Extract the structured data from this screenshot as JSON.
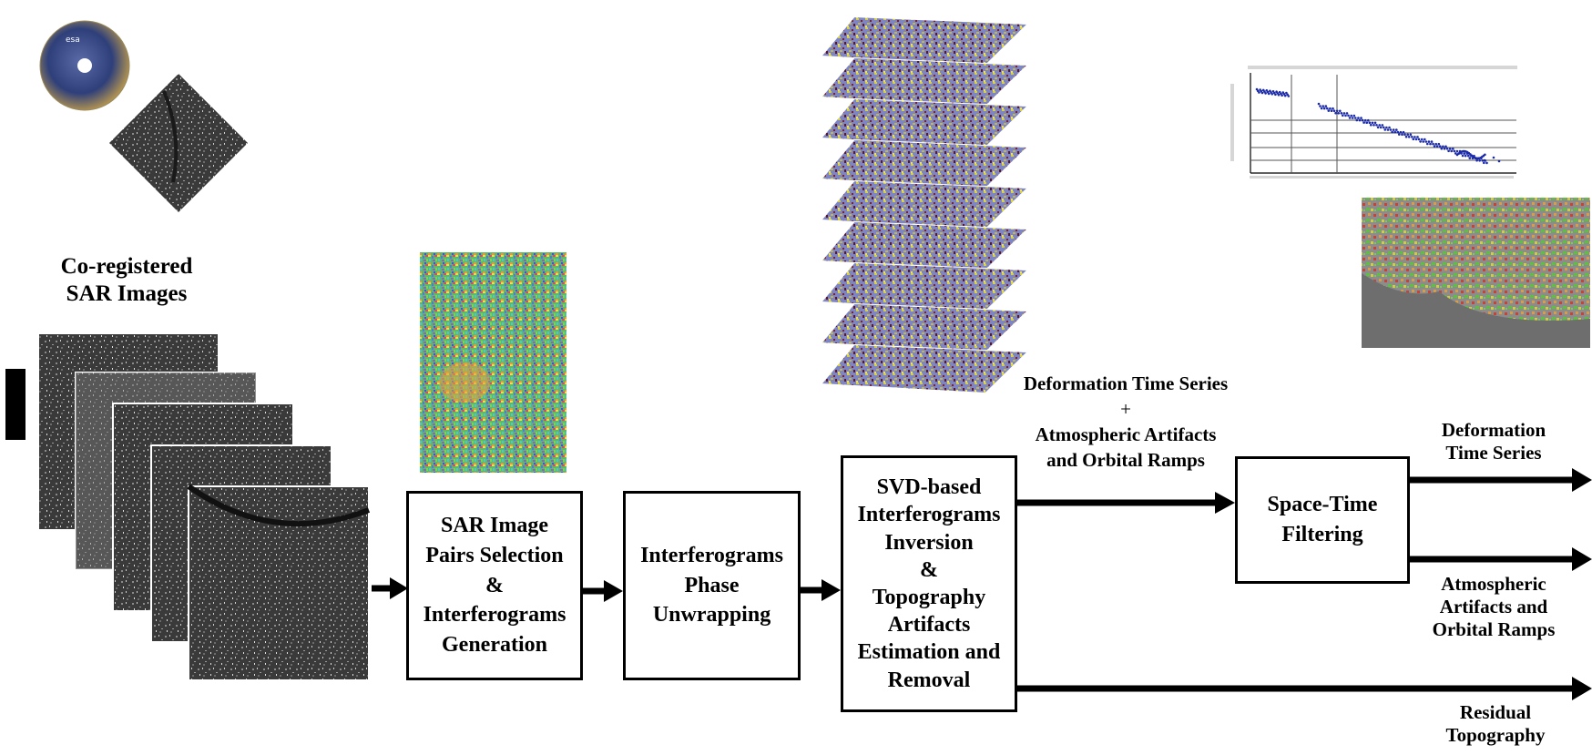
{
  "title": {
    "line1": "Co-registered",
    "line2": "SAR Images"
  },
  "boxes": {
    "pairs": "SAR Image\nPairs Selection\n&\nInterferograms\nGeneration",
    "unwrap": "Interferograms\nPhase\nUnwrapping",
    "svd": "SVD-based\nInterferograms\nInversion\n&\nTopography\nArtifacts\nEstimation and\nRemoval",
    "filter": "Space-Time\nFiltering"
  },
  "labels": {
    "svd_output": {
      "line1": "Deformation Time Series",
      "line2": "+",
      "line3": "Atmospheric Artifacts",
      "line4": "and Orbital Ramps"
    },
    "out_deformation": "Deformation\nTime Series",
    "out_atmospheric": "Atmospheric\nArtifacts and\nOrbital Ramps",
    "out_topography": "Residual\nTopography"
  },
  "icons": {
    "cd": "esa-cd-icon",
    "sar_scene": "sar-scene-thumbnail",
    "interferogram": "interferogram-image",
    "stack": "interferogram-stack-image",
    "timeseries": "deformation-time-series-plot",
    "velocity_map": "mean-velocity-map"
  },
  "colors": {
    "stroke": "#000000",
    "stack_layer": "#7d86c2",
    "stack_yellow": "#d9d040",
    "stack_red": "#8a1d1d",
    "plot_points": "#1a2aa8",
    "cd_blue": "#2e3f7a",
    "cd_gold": "#c9a24a"
  }
}
